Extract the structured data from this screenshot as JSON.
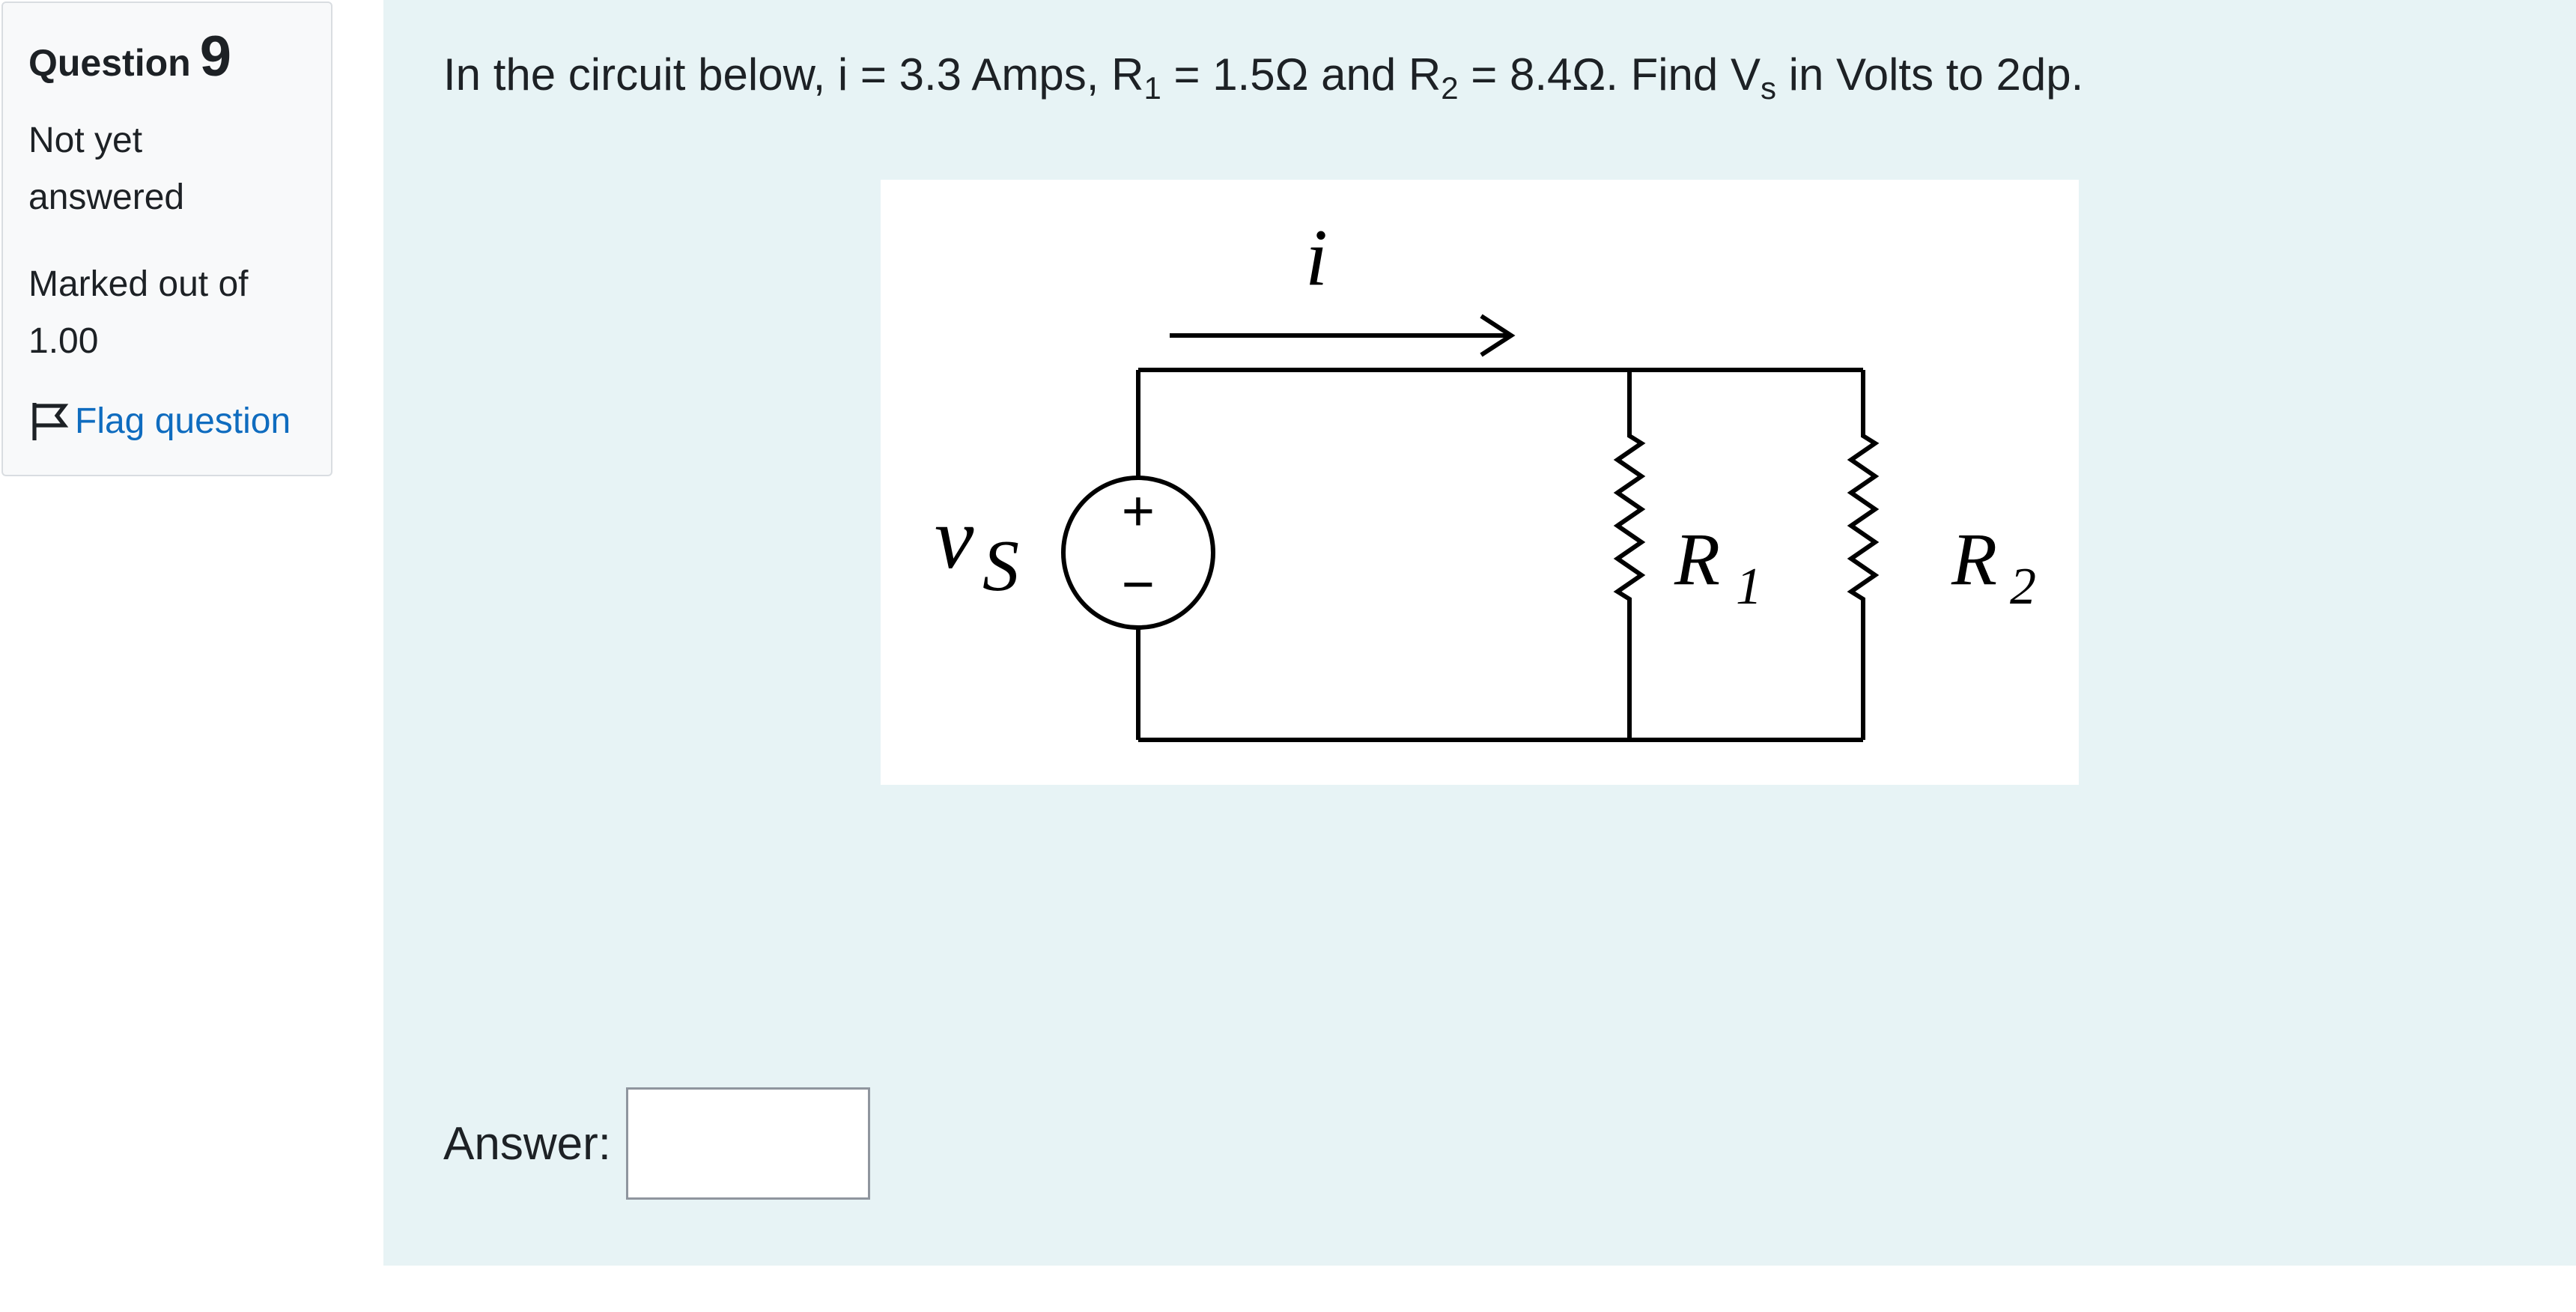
{
  "info": {
    "question_label": "Question",
    "question_number": "9",
    "state": "Not yet answered",
    "grade": "Marked out of 1.00",
    "flag_label": "Flag question"
  },
  "question": {
    "text_part1": "In the circuit below, i = 3.3 Amps, R",
    "sub1": "1",
    "text_part2": " = 1.5Ω and R",
    "sub2": "2",
    "text_part3": " = 8.4Ω. Find V",
    "sub3": "s",
    "text_part4": " in Volts to 2dp."
  },
  "circuit": {
    "current_label": "i",
    "source_label_main": "v",
    "source_label_sub": "S",
    "plus_sign": "+",
    "minus_sign": "−",
    "r1_main": "R",
    "r1_sub": "1",
    "r2_main": "R",
    "r2_sub": "2"
  },
  "answer": {
    "label": "Answer:",
    "value": ""
  },
  "colors": {
    "content_bg": "#e7f3f5",
    "card_bg": "#f8f9fa",
    "link": "#0f6cbf"
  }
}
